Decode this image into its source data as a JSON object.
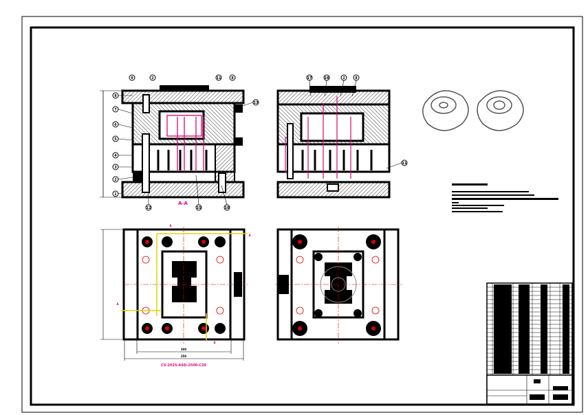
{
  "drawing": {
    "section_label": "A-A",
    "drawing_number": "CS-2025-ASD-2500-C20",
    "cut_mark": "A",
    "balloons_top_left": [
      "9",
      "2",
      "11",
      "8"
    ],
    "balloons_left_side": [
      "8",
      "7",
      "6",
      "5",
      "4",
      "3",
      "2",
      "1"
    ],
    "balloon_right": "13",
    "balloons_bottom_left": [
      "12",
      "15",
      "10"
    ],
    "balloons_top_right": [
      "17",
      "16",
      "2",
      "8"
    ],
    "balloon_right_side_view": "11",
    "dim_width_inner": "300",
    "dim_width_outer": "350"
  },
  "colors": {
    "ink": "#000000",
    "hatch": "#444444",
    "section": "#e0007a",
    "center": "#e00000",
    "path": "#e6d200"
  }
}
